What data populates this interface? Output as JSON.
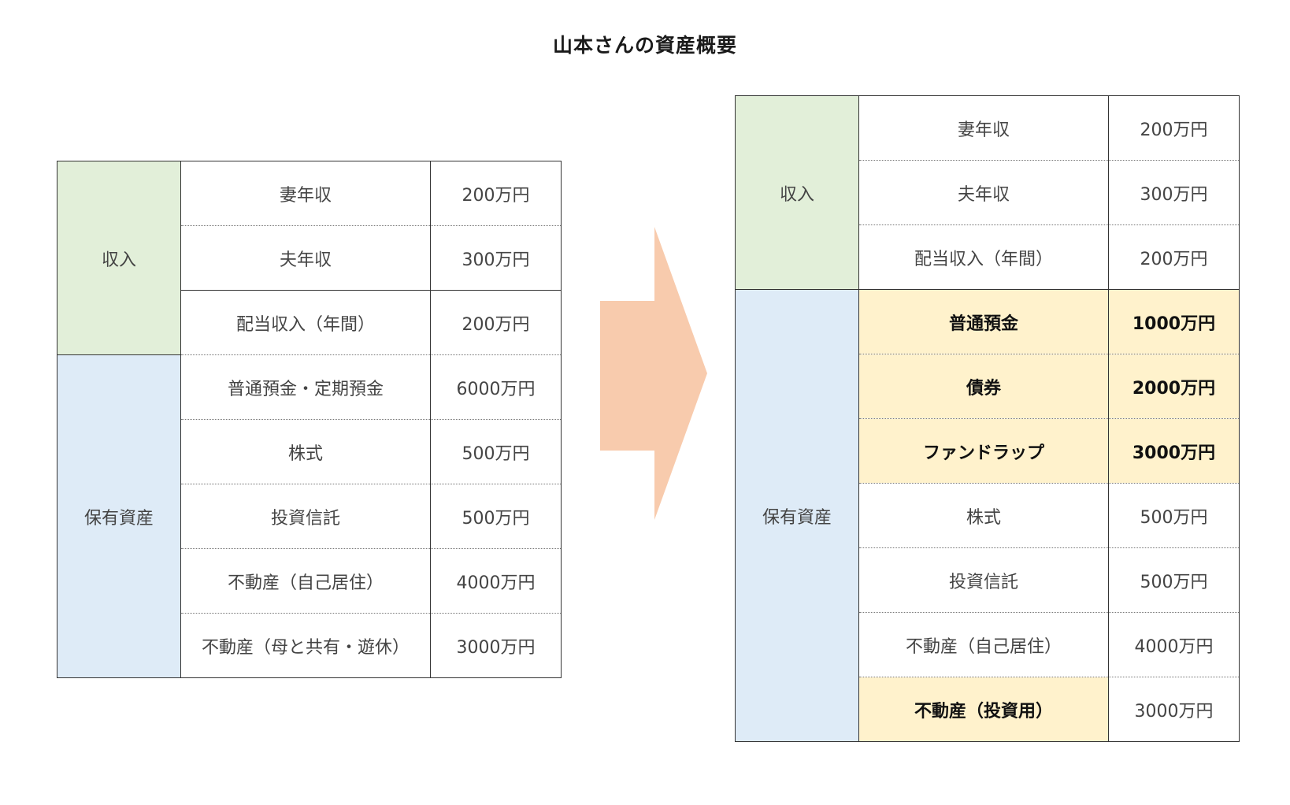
{
  "title": "山本さんの資産概要",
  "left_table": {
    "income_label": "収入",
    "assets_label": "保有資産",
    "income_rows": [
      {
        "item": "妻年収",
        "value": "200万円"
      },
      {
        "item": "夫年収",
        "value": "300万円"
      }
    ],
    "asset_rows": [
      {
        "item": "配当収入（年間）",
        "value": "200万円"
      },
      {
        "item": "普通預金・定期預金",
        "value": "6000万円"
      },
      {
        "item": "株式",
        "value": "500万円"
      },
      {
        "item": "投資信託",
        "value": "500万円"
      },
      {
        "item": "不動産（自己居住）",
        "value": "4000万円"
      },
      {
        "item": "不動産（母と共有・遊休）",
        "value": "3000万円"
      }
    ]
  },
  "right_table": {
    "income_label": "収入",
    "assets_label": "保有資産",
    "income_rows": [
      {
        "item": "妻年収",
        "value": "200万円"
      },
      {
        "item": "夫年収",
        "value": "300万円"
      },
      {
        "item": "配当収入（年間）",
        "value": "200万円"
      }
    ],
    "asset_rows": [
      {
        "item": "普通預金",
        "value": "1000万円"
      },
      {
        "item": "債券",
        "value": "2000万円"
      },
      {
        "item": "ファンドラップ",
        "value": "3000万円"
      },
      {
        "item": "株式",
        "value": "500万円"
      },
      {
        "item": "投資信託",
        "value": "500万円"
      },
      {
        "item": "不動産（自己居住）",
        "value": "4000万円"
      },
      {
        "item": "不動産（投資用）",
        "value": "3000万円"
      }
    ]
  },
  "colors": {
    "income_bg": "#e2efd9",
    "assets_bg": "#deebf7",
    "highlight_bg": "#fff2cc",
    "arrow": "#f8cbad"
  }
}
